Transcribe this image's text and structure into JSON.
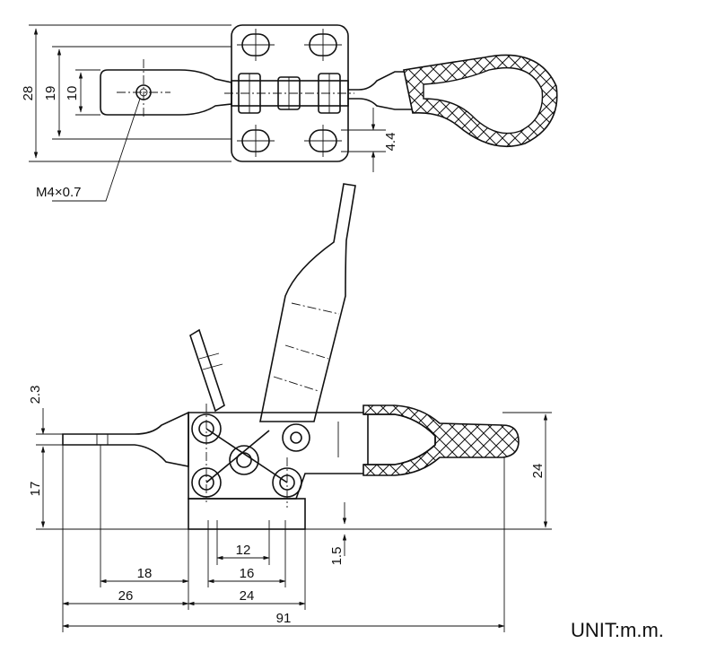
{
  "title_unit": "UNIT:m.m.",
  "thread_label": "M4×0.7",
  "top_view": {
    "dims": {
      "height_28": "28",
      "height_19": "19",
      "height_10": "10",
      "slot_4_4": "4.4"
    }
  },
  "side_view": {
    "dims": {
      "d_2_3": "2.3",
      "d_17": "17",
      "d_24": "24",
      "d_1_5": "1.5",
      "d_12": "12",
      "d_16": "16",
      "d_18": "18",
      "d_26": "26",
      "d_24b": "24",
      "d_91": "91"
    }
  }
}
